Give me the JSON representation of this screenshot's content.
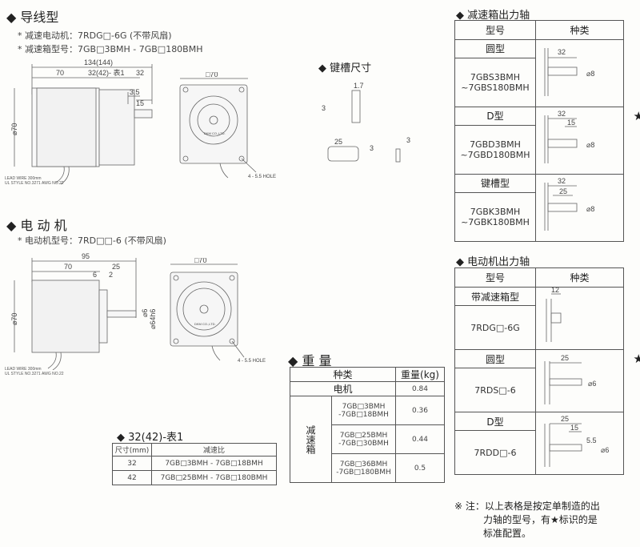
{
  "lead_section": {
    "title": "导线型",
    "line1": "* 减速电动机：7RDG□-6G (不带风扇)",
    "line2": "* 减速箱型号：7GB□3BMH - 7GB□180BMH"
  },
  "keyway": {
    "title": "键槽尺寸"
  },
  "motor_section": {
    "title": "电 动 机",
    "line1": "* 电动机型号：7RD□□-6 (不带风扇)"
  },
  "weight": {
    "title": "重 量",
    "headers": [
      "种类",
      "重量(kg)"
    ],
    "motor_label": "电机",
    "motor_value": "0.84",
    "gearbox_label": "减速箱",
    "rows": [
      {
        "model": "7GB□3BMH\n-7GB□18BMH",
        "value": "0.36"
      },
      {
        "model": "7GB□25BMH\n-7GB□30BMH",
        "value": "0.44"
      },
      {
        "model": "7GB□36BMH\n-7GB□180BMH",
        "value": "0.5"
      }
    ]
  },
  "ratio_table": {
    "title": "32(42)-表1",
    "headers": [
      "尺寸(mm)",
      "减速比"
    ],
    "rows": [
      {
        "size": "32",
        "ratio": "7GB□3BMH - 7GB□18BMH"
      },
      {
        "size": "42",
        "ratio": "7GB□25BMH - 7GB□180BMH"
      }
    ]
  },
  "gearbox_shaft": {
    "title": "减速箱出力轴",
    "headers": [
      "型号",
      "种类"
    ],
    "rows": [
      {
        "name": "圆型",
        "model": "7GBS3BMH\n~7GBS180BMH",
        "star": ""
      },
      {
        "name": "D型",
        "model": "7GBD3BMH\n~7GBD180BMH",
        "star": "★"
      },
      {
        "name": "键槽型",
        "model": "7GBK3BMH\n~7GBK180BMH",
        "star": ""
      }
    ]
  },
  "motor_shaft": {
    "title": "电动机出力轴",
    "headers": [
      "型号",
      "种类"
    ],
    "rows": [
      {
        "name": "带减速箱型",
        "model": "7RDG□-6G",
        "star": ""
      },
      {
        "name": "圆型",
        "model": "7RDS□-6",
        "star": "★"
      },
      {
        "name": "D型",
        "model": "7RDD□-6",
        "star": ""
      }
    ]
  },
  "note": {
    "line1": "※ 注：以上表格是按定单制造的出",
    "line2": "力轴的型号，有★标识的是",
    "line3": "标准配置。"
  },
  "drawing_labels": {
    "len_134": "134(144)",
    "len_70": "70",
    "len_32_42": "32(42)- 表1",
    "len_32": "32",
    "len_3_5": "3.5",
    "len_15": "15",
    "dia_70": "⌀70",
    "box_70": "□70",
    "hole": "4 - 5.5 HOLE",
    "lead1": "LEAD WIRE 300mm",
    "lead2": "UL STYLE NO.3271 AWG NO.22",
    "brand": "DKM CO.,LTD.",
    "len_95": "95",
    "len_25": "25",
    "len_6": "6",
    "len_2": "2",
    "dia_6": "⌀6",
    "dia_64": "⌀64h6",
    "key_1_7": "1.7",
    "key_3": "3",
    "key_25": "25",
    "dia_8": "⌀8",
    "len_12": "12",
    "len_5_5": "5.5"
  }
}
